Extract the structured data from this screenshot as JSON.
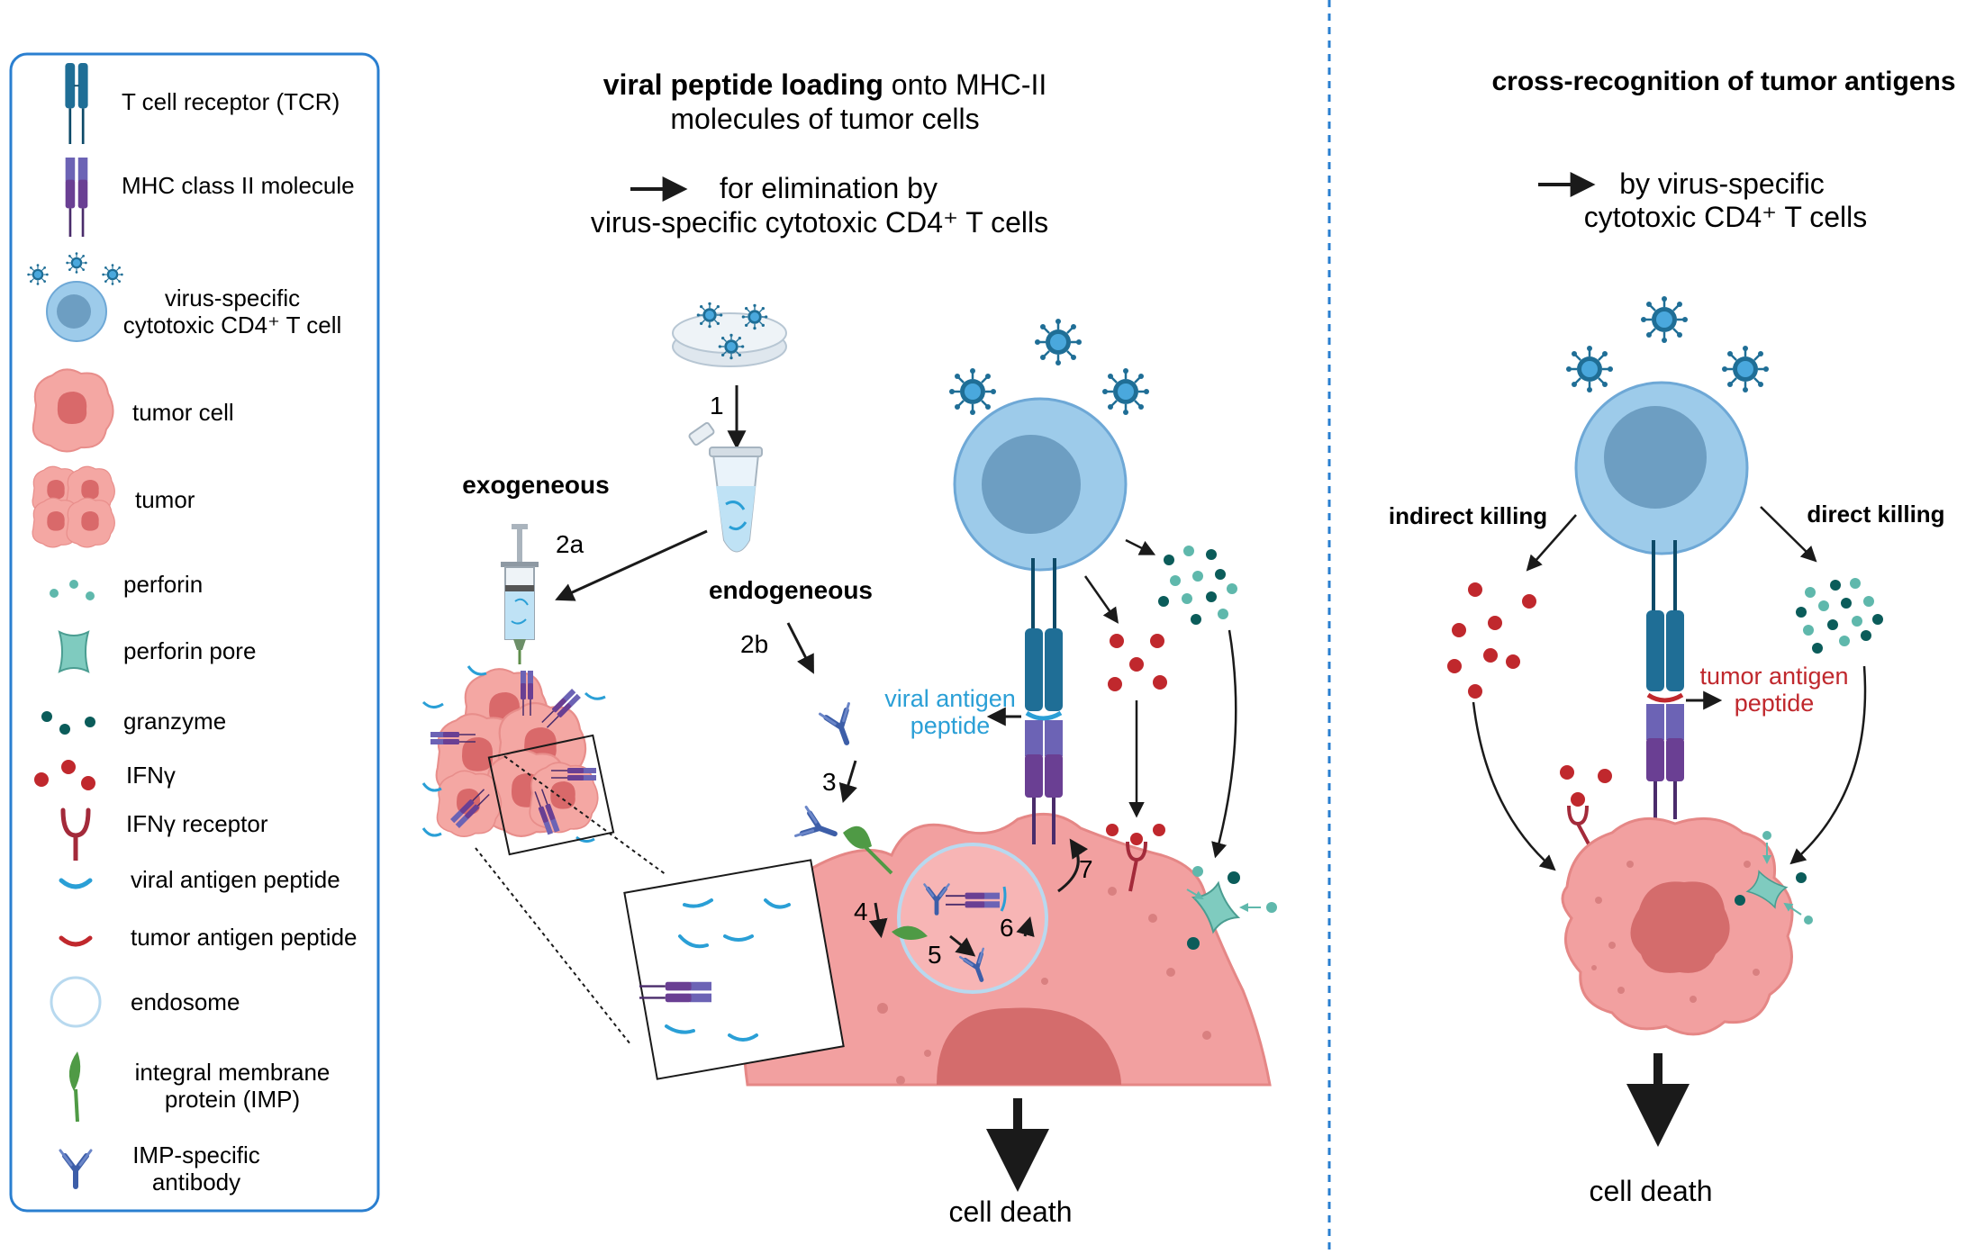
{
  "legend": {
    "items": [
      {
        "label": "T cell receptor (TCR)",
        "icon": "tcr-icon"
      },
      {
        "label": "MHC class II molecule",
        "icon": "mhc-ii-icon"
      },
      {
        "label": "virus-specific",
        "label2": "cytotoxic CD4⁺ T cell",
        "icon": "t-cell-icon"
      },
      {
        "label": "tumor cell",
        "icon": "tumor-cell-icon"
      },
      {
        "label": "tumor",
        "icon": "tumor-icon"
      },
      {
        "label": "perforin",
        "icon": "perforin-icon"
      },
      {
        "label": "perforin pore",
        "icon": "perforin-pore-icon"
      },
      {
        "label": "granzyme",
        "icon": "granzyme-icon"
      },
      {
        "label": "IFNγ",
        "icon": "ifng-icon"
      },
      {
        "label": "IFNγ receptor",
        "icon": "ifng-receptor-icon"
      },
      {
        "label": "viral antigen peptide",
        "icon": "viral-peptide-icon"
      },
      {
        "label": "tumor antigen peptide",
        "icon": "tumor-peptide-icon"
      },
      {
        "label": "endosome",
        "icon": "endosome-icon"
      },
      {
        "label": "integral membrane",
        "label2": "protein (IMP)",
        "icon": "imp-icon"
      },
      {
        "label": "IMP-specific",
        "label2": "antibody",
        "icon": "antibody-icon"
      }
    ]
  },
  "middle": {
    "title_bold": "viral peptide loading",
    "title_rest": " onto MHC-II",
    "title_line2": "molecules of tumor cells",
    "subtitle_line1": "for elimination by",
    "subtitle_line2": "virus-specific cytotoxic CD4⁺ T cells",
    "exogeneous": "exogeneous",
    "endogeneous": "endogeneous",
    "step1": "1",
    "step2a": "2a",
    "step2b": "2b",
    "step3": "3",
    "step4": "4",
    "step5": "5",
    "step6": "6",
    "step7": "7",
    "viral_antigen_line1": "viral antigen",
    "viral_antigen_line2": "peptide",
    "cell_death": "cell death"
  },
  "right": {
    "title": "cross-recognition of tumor antigens",
    "subtitle_line1": "by virus-specific",
    "subtitle_line2": "cytotoxic CD4⁺ T cells",
    "indirect": "indirect killing",
    "direct": "direct killing",
    "tumor_antigen_line1": "tumor antigen",
    "tumor_antigen_line2": "peptide",
    "cell_death": "cell death"
  },
  "colors": {
    "tcr": "#1f6e96",
    "mhc": "#6a3f93",
    "tcell": "#9dcbea",
    "tumor": "#f2a0a0",
    "ifng": "#c0282d",
    "perforin": "#5fb8ac",
    "granzyme": "#0b5c5a",
    "viral_peptide": "#2a9fd6",
    "imp": "#4f9a45",
    "antibody": "#3d5ea8",
    "divider": "#2a7fd0"
  }
}
